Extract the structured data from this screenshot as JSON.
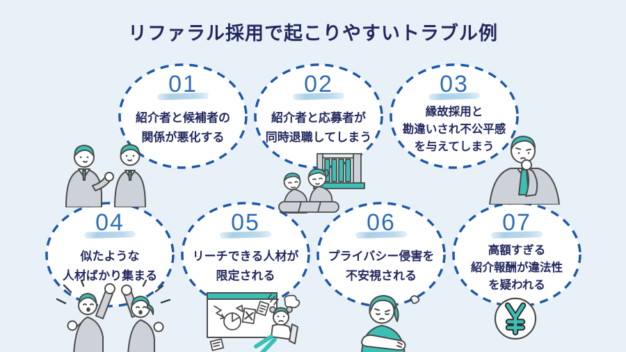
{
  "title": "リファラル採用で起こりやすいトラブル例",
  "items": [
    {
      "number": "01",
      "lines": [
        "紹介者と候補者の",
        "関係が悪化する"
      ],
      "illustration": "two-businessmen-talking"
    },
    {
      "number": "02",
      "lines": [
        "紹介者と応募者が",
        "同時退職してしまう"
      ],
      "illustration": "two-employees-slumped-at-office-gate"
    },
    {
      "number": "03",
      "lines": [
        "縁故採用と",
        "勘違いされ不公平感",
        "を与えてしまう"
      ],
      "illustration": "pondering-businessman"
    },
    {
      "number": "04",
      "lines": [
        "似たような",
        "人材ばかり集まる"
      ],
      "illustration": "cheering-similar-pair"
    },
    {
      "number": "05",
      "lines": [
        "リーチできる人材が",
        "限定される"
      ],
      "illustration": "frustrated-person-with-scattered-documents"
    },
    {
      "number": "06",
      "lines": [
        "プライバシー侵害を",
        "不安視される"
      ],
      "illustration": "anxious-woman-arms-crossed"
    },
    {
      "number": "07",
      "lines": [
        "高額すぎる",
        "紹介報酬が違法性",
        "を疑われる"
      ],
      "illustration": "yen-coin"
    }
  ],
  "colors": {
    "background": "#e8f1f8",
    "bubble_fill": "#ffffff",
    "bubble_border": "#1d57a8",
    "number": "#2e6eb5",
    "number_underline": "#aed3e8",
    "text": "#23295f",
    "accent_teal": "#3cc0b6"
  }
}
